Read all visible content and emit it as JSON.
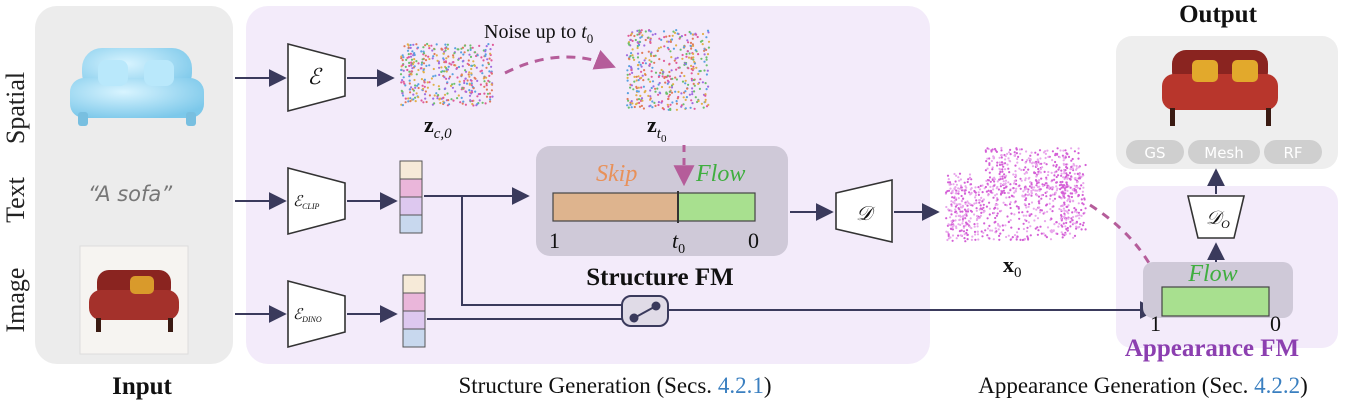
{
  "input": {
    "title": "Input",
    "row_labels": [
      "Spatial",
      "Text",
      "Image"
    ],
    "text_prompt": "“A sofa”"
  },
  "structure": {
    "caption_prefix": "Structure Generation (Secs. ",
    "caption_ref": "4.2.1",
    "caption_suffix": ")",
    "fm_title": "Structure FM",
    "skip_label": "Skip",
    "flow_label": "Flow",
    "tick_start": "1",
    "tick_t": "t",
    "tick_t_sub": "0",
    "tick_end": "0",
    "noise_text": "Noise up to ",
    "noise_t": "t",
    "noise_t_sub": "0",
    "encoder_spatial": "ℰ",
    "encoder_clip_main": "ℰ",
    "encoder_clip_sub": "CLIP",
    "encoder_dino_main": "ℰ",
    "encoder_dino_sub": "DINO",
    "latent_c_main": "z",
    "latent_c_sub": "c,0",
    "latent_t_main": "z",
    "latent_t_sub": "t",
    "latent_t_subsub": "0",
    "decoder": "𝒟",
    "x0_main": "x",
    "x0_sub": "0"
  },
  "appearance": {
    "caption_prefix": "Appearance Generation (Sec. ",
    "caption_ref": "4.2.2",
    "caption_suffix": ")",
    "fm_title": "Appearance FM",
    "flow_label": "Flow",
    "tick_start": "1",
    "tick_end": "0",
    "decoder_main": "𝒟",
    "decoder_sub": "O"
  },
  "output": {
    "title": "Output",
    "formats": [
      "GS",
      "Mesh",
      "RF"
    ]
  },
  "colors": {
    "skip": "#e8915a",
    "flow": "#3fae3f",
    "purple": "#8c3fb0",
    "ref_blue": "#3a7fc0",
    "dashed": "#b55d9a"
  }
}
